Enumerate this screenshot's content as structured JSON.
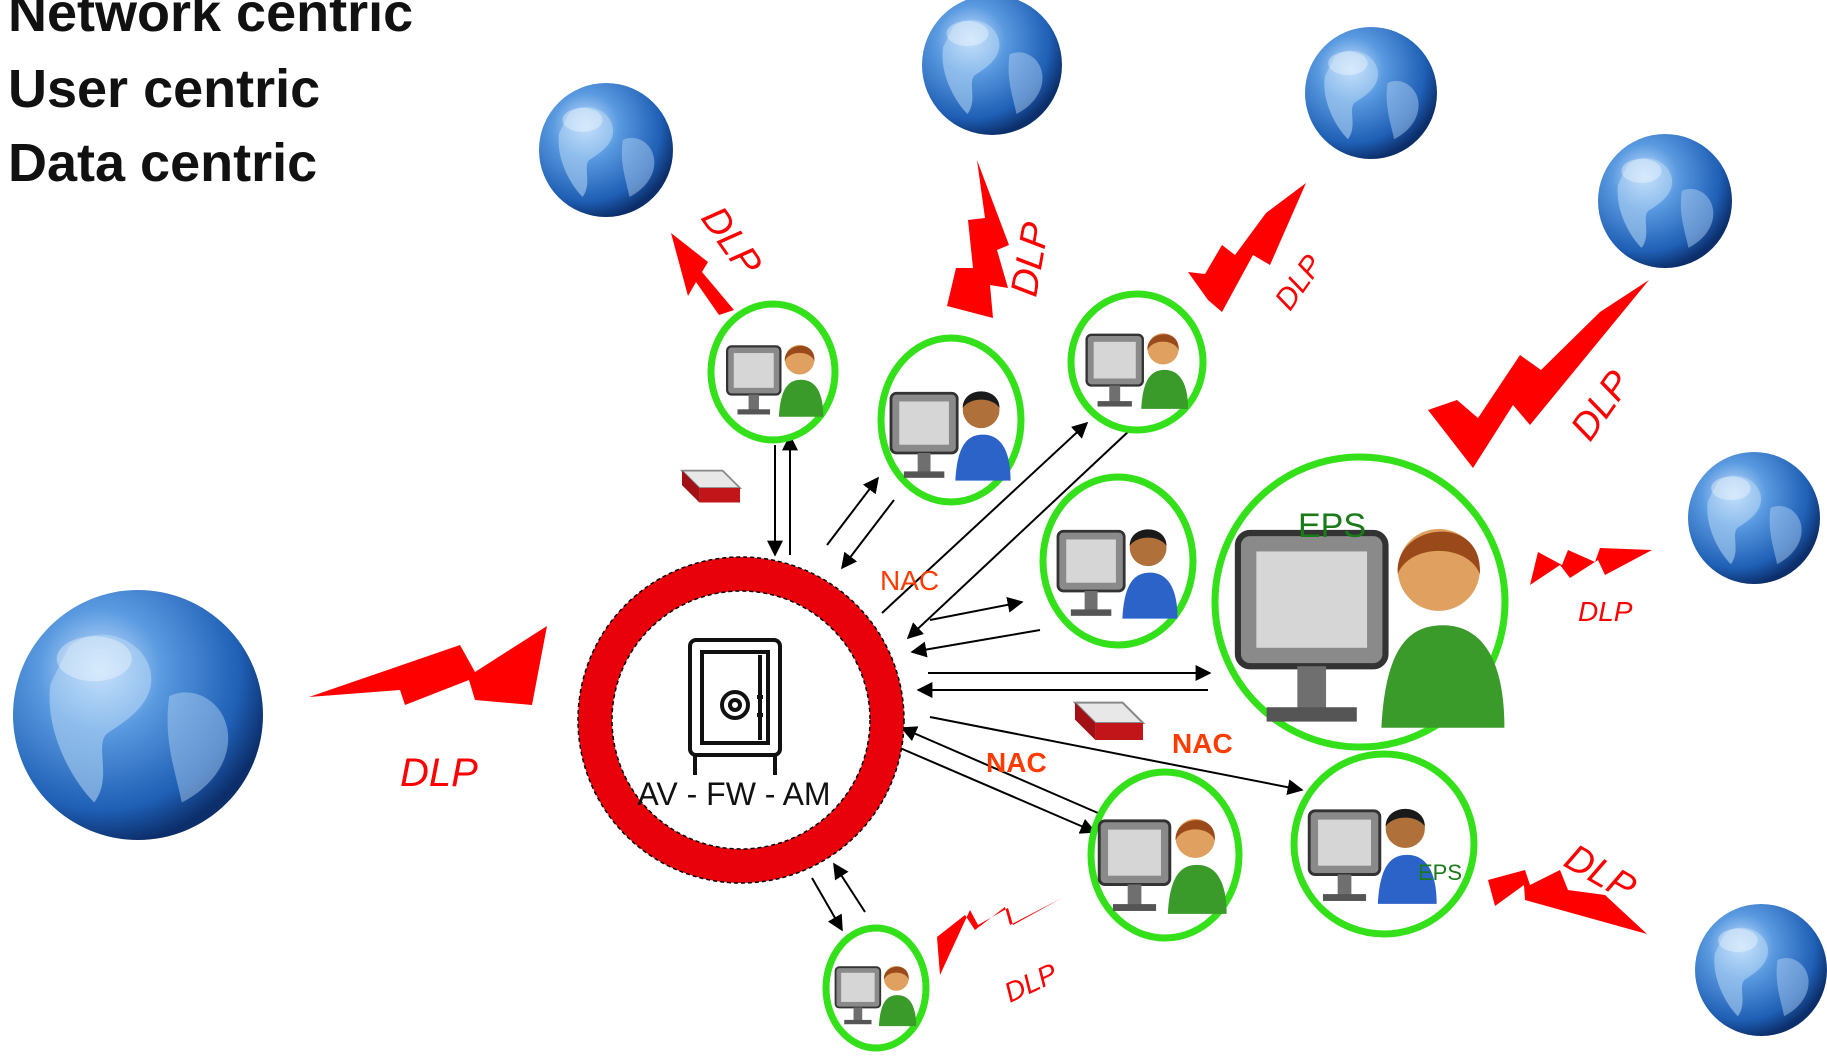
{
  "headings": [
    "Network centric",
    "User centric",
    "Data centric"
  ],
  "center": {
    "label": "AV - FW - AM"
  },
  "labels": {
    "dlp": "DLP",
    "nac": "NAC",
    "eps": "EPS"
  },
  "colors": {
    "ring": "#e8000a",
    "user_circle": "#33e01a",
    "bolt": "#ff0000",
    "nac_text": "#ff3b00",
    "eps_text": "#1a7a1a",
    "globe": "#1f5fb5"
  },
  "icons": [
    "globe-icon",
    "safe-icon",
    "user-workstation-icon",
    "network-appliance-icon",
    "lightning-bolt-icon"
  ]
}
